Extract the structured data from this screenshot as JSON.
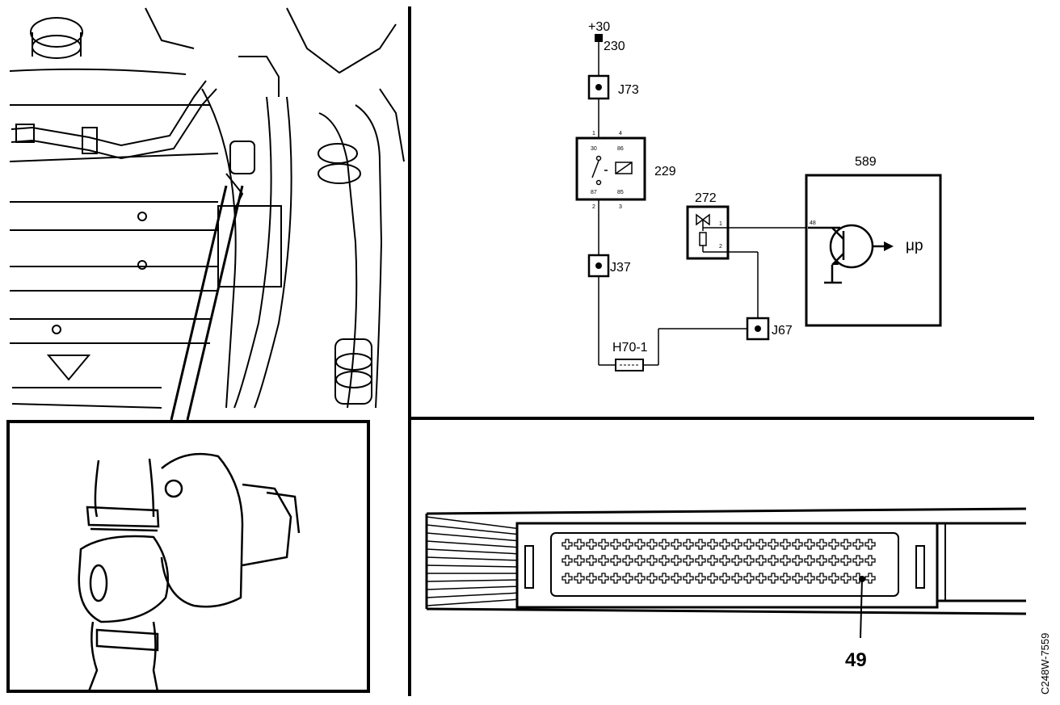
{
  "figure_code": "C248W-7559",
  "schematic": {
    "supply": {
      "voltage_label": "+30",
      "terminal_label": "230"
    },
    "fuse_top": {
      "label": "J73"
    },
    "relay": {
      "label": "229",
      "pin_1": "1",
      "pin_4": "4",
      "pin_2": "2",
      "pin_3": "3",
      "contact_30": "30",
      "contact_86": "86",
      "contact_87": "87",
      "contact_85": "85"
    },
    "junction_mid": {
      "label": "J37"
    },
    "connector": {
      "label": "H70-1"
    },
    "junction_right": {
      "label": "J67"
    },
    "sensor": {
      "label": "272",
      "pin_1": "1",
      "pin_2": "2"
    },
    "control_module": {
      "label": "589",
      "pin": "48",
      "output_label": "μp"
    }
  },
  "connector_view": {
    "pin_callout": "49"
  }
}
